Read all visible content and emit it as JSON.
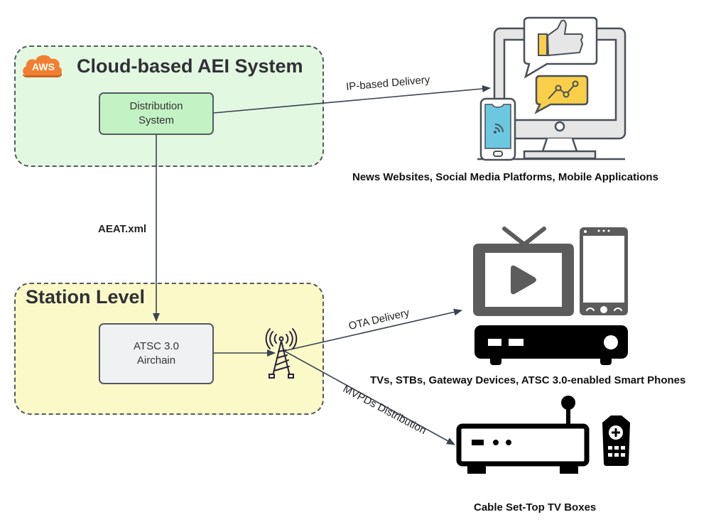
{
  "groups": {
    "cloud": {
      "title": "Cloud-based AEI System",
      "logo": "AWS",
      "fill": "#e3f8e1"
    },
    "station": {
      "title": "Station Level",
      "fill": "#fbf9c8"
    }
  },
  "nodes": {
    "distribution": {
      "line1": "Distribution",
      "line2": "System",
      "fill": "#c3f2c4"
    },
    "airchain": {
      "line1": "ATSC 3.0",
      "line2": "Airchain",
      "fill": "#f0f1f3"
    }
  },
  "edges": {
    "ip": "IP-based Delivery",
    "aeat": "AEAT.xml",
    "ota": "OTA Delivery",
    "mvpd": "MVPDs Distribution"
  },
  "captions": {
    "web": "News Websites, Social Media Platforms, Mobile Applications",
    "tv": "TVs, STBs, Gateway Devices, ATSC 3.0-enabled Smart Phones",
    "cable": "Cable Set-Top TV Boxes"
  },
  "icons": {
    "aws": "aws-cloud-icon",
    "tower": "broadcast-tower-icon",
    "desktop": "desktop-monitor-icon",
    "thumbs": "thumbs-up-icon",
    "chart": "line-chart-icon",
    "phone_wifi": "smartphone-wifi-icon",
    "tv": "tv-play-icon",
    "smartphone": "smartphone-icon",
    "stb": "set-top-box-icon",
    "router": "cable-box-icon",
    "remote": "remote-control-icon"
  },
  "colors": {
    "accent_yellow": "#f9cf4a",
    "screen_blue": "#6cc8e0",
    "aws_orange": "#f08030",
    "line": "#3a4350"
  }
}
